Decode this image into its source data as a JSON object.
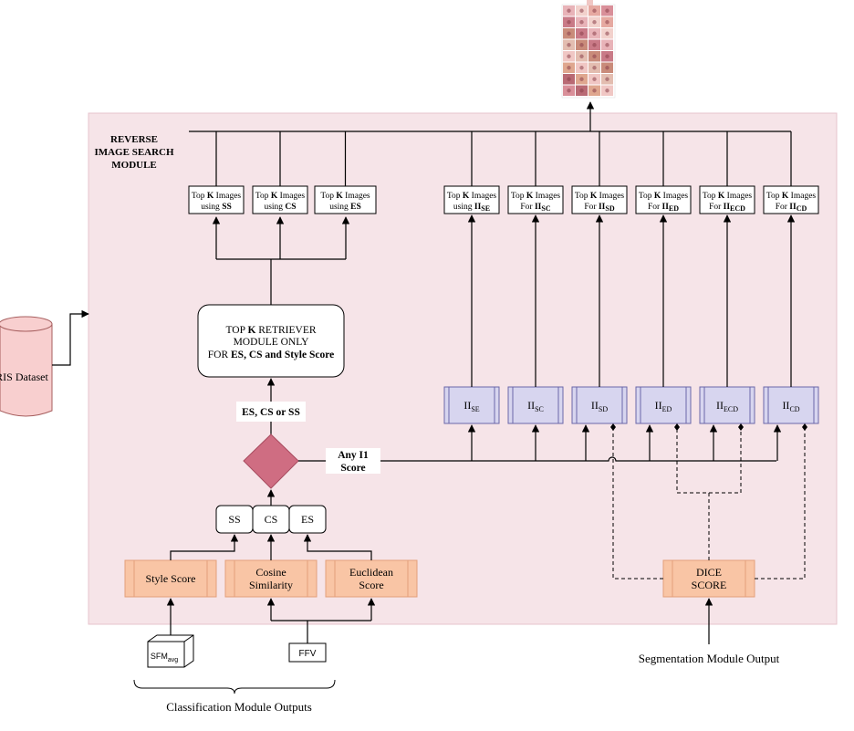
{
  "module_title_1": "REVERSE",
  "module_title_2": "IMAGE SEARCH",
  "module_title_3": "MODULE",
  "dataset_label": "RIS Dataset",
  "top_k_boxes": [
    {
      "prefix": "Top ",
      "k": "K",
      "mid": " Images",
      "line2_pre": "using ",
      "line2_main": "SS",
      "line2_sub": ""
    },
    {
      "prefix": "Top ",
      "k": "K",
      "mid": " Images",
      "line2_pre": "using ",
      "line2_main": "CS",
      "line2_sub": ""
    },
    {
      "prefix": "Top ",
      "k": "K",
      "mid": " Images",
      "line2_pre": "using ",
      "line2_main": "ES",
      "line2_sub": ""
    },
    {
      "prefix": "Top ",
      "k": "K",
      "mid": " Images",
      "line2_pre": "using ",
      "line2_main": "II",
      "line2_sub": "SE"
    },
    {
      "prefix": "Top ",
      "k": "K",
      "mid": " Images",
      "line2_pre": "For ",
      "line2_main": "II",
      "line2_sub": "SC"
    },
    {
      "prefix": "Top ",
      "k": "K",
      "mid": " Images",
      "line2_pre": "For ",
      "line2_main": "II",
      "line2_sub": "SD"
    },
    {
      "prefix": "Top ",
      "k": "K",
      "mid": " Images",
      "line2_pre": "For ",
      "line2_main": "II",
      "line2_sub": "ED"
    },
    {
      "prefix": "Top ",
      "k": "K",
      "mid": " Images",
      "line2_pre": "For ",
      "line2_main": "II",
      "line2_sub": "ECD"
    },
    {
      "prefix": "Top ",
      "k": "K",
      "mid": " Images",
      "line2_pre": "For ",
      "line2_main": "II",
      "line2_sub": "CD"
    }
  ],
  "retriever": {
    "line1_pre": "TOP ",
    "line1_k": "K",
    "line1_post": " RETRIEVER",
    "line2": "MODULE ONLY",
    "line3_pre": "FOR ",
    "line3_bold": "ES, CS and Style Score"
  },
  "decision_label": "ES, CS or SS",
  "any_label_1": "Any I1",
  "any_label_2": "Score",
  "ii_boxes": [
    {
      "main": "II",
      "sub": "SE"
    },
    {
      "main": "II",
      "sub": "SC"
    },
    {
      "main": "II",
      "sub": "SD"
    },
    {
      "main": "II",
      "sub": "ED"
    },
    {
      "main": "II",
      "sub": "ECD"
    },
    {
      "main": "II",
      "sub": "CD"
    }
  ],
  "score_labels": [
    "SS",
    "CS",
    "ES"
  ],
  "score_modules": [
    {
      "line1": "Style Score",
      "line2": ""
    },
    {
      "line1": "Cosine",
      "line2": "Similarity"
    },
    {
      "line1": "Euclidean",
      "line2": "Score"
    }
  ],
  "dice_1": "DICE",
  "dice_2": "SCORE",
  "sfm_main": "SFM",
  "sfm_sub": "avg",
  "ffv_label": "FFV",
  "classification_label": "Classification Module Outputs",
  "segmentation_label": "Segmentation Module Output",
  "colors": {
    "module_bg": "#f6e4e8",
    "module_border": "#e7c3cc",
    "orange": "#f9c5a5",
    "orange_border": "#e49f7a",
    "lavender": "#d7d5ef",
    "lavender_border": "#6b67a8",
    "diamond": "#cf6d82",
    "diamond_border": "#a84b5f",
    "dataset": "#f8cfcf",
    "dataset_border": "#a75f5f"
  }
}
